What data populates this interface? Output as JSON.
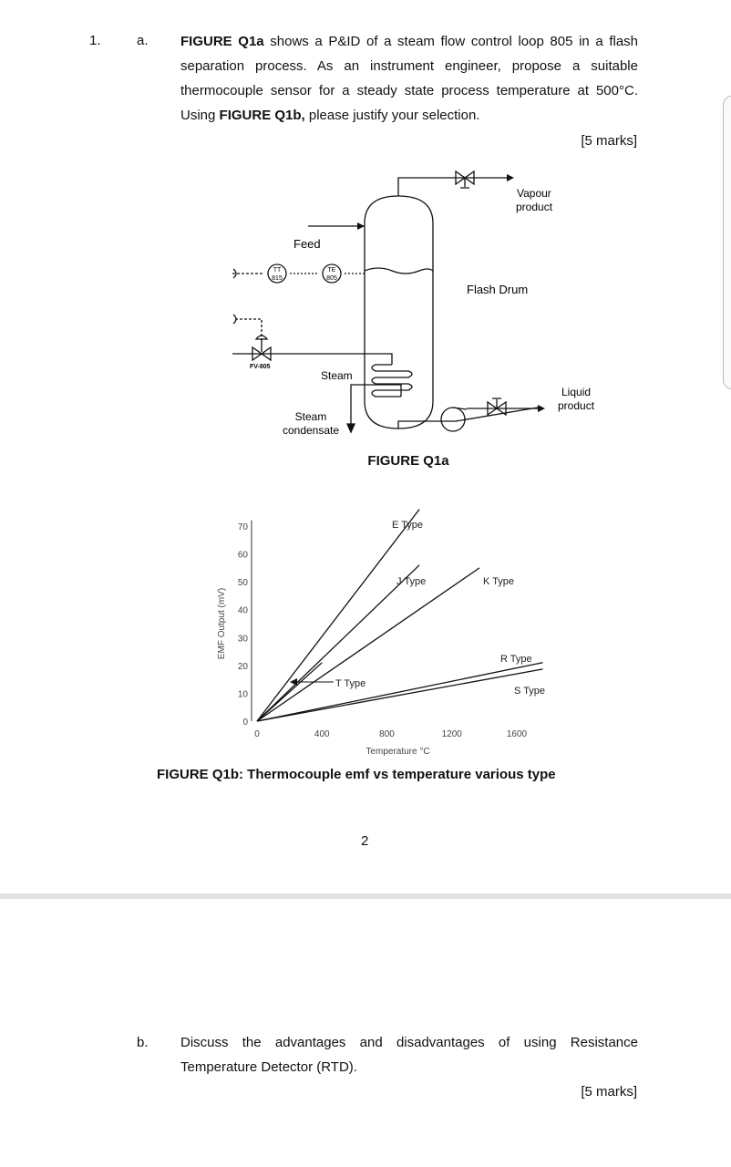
{
  "q1": {
    "number": "1.",
    "part_a": {
      "letter": "a.",
      "text_1": "FIGURE Q1a",
      "text_2": " shows a P&ID of a steam flow control loop 805 in a flash separation process. As an instrument engineer, propose a suitable thermocouple sensor for a steady state process temperature at 500°C. Using ",
      "text_3": "FIGURE Q1b,",
      "text_4": " please justify your selection.",
      "marks": "[5 marks]"
    },
    "part_b": {
      "letter": "b.",
      "text": "Discuss the advantages and disadvantages of using Resistance Temperature Detector (RTD).",
      "marks": "[5 marks]"
    }
  },
  "pid": {
    "feed": "Feed",
    "vapour_1": "Vapour",
    "vapour_2": "product",
    "flash_drum": "Flash Drum",
    "tt_tag": "TT",
    "tt_num": "815",
    "te_tag": "TE",
    "te_num": "805",
    "valve_tag": "FV-805",
    "steam": "Steam",
    "condensate_1": "Steam",
    "condensate_2": "condensate",
    "liquid_1": "Liquid",
    "liquid_2": "product",
    "caption": "FIGURE Q1a"
  },
  "chart_data": {
    "type": "line",
    "title": "",
    "xlabel": "Temperature °C",
    "ylabel": "EMF Output (mV)",
    "xlim": [
      0,
      2000
    ],
    "ylim": [
      0,
      70
    ],
    "x_ticks": [
      0,
      400,
      800,
      1200,
      1600
    ],
    "y_ticks": [
      0,
      10,
      20,
      30,
      40,
      50,
      60,
      70
    ],
    "series": [
      {
        "name": "E Type",
        "x": [
          0,
          1000
        ],
        "y": [
          0,
          76
        ]
      },
      {
        "name": "J Type",
        "x": [
          0,
          1000
        ],
        "y": [
          0,
          56
        ]
      },
      {
        "name": "K Type",
        "x": [
          0,
          1370
        ],
        "y": [
          0,
          55
        ]
      },
      {
        "name": "R Type",
        "x": [
          0,
          1760
        ],
        "y": [
          0,
          21
        ]
      },
      {
        "name": "S Type",
        "x": [
          0,
          1760
        ],
        "y": [
          0,
          18.7
        ]
      },
      {
        "name": "T Type",
        "x": [
          0,
          400
        ],
        "y": [
          0,
          21
        ]
      }
    ],
    "caption": "FIGURE Q1b: Thermocouple emf vs temperature various type"
  },
  "page_number": "2"
}
